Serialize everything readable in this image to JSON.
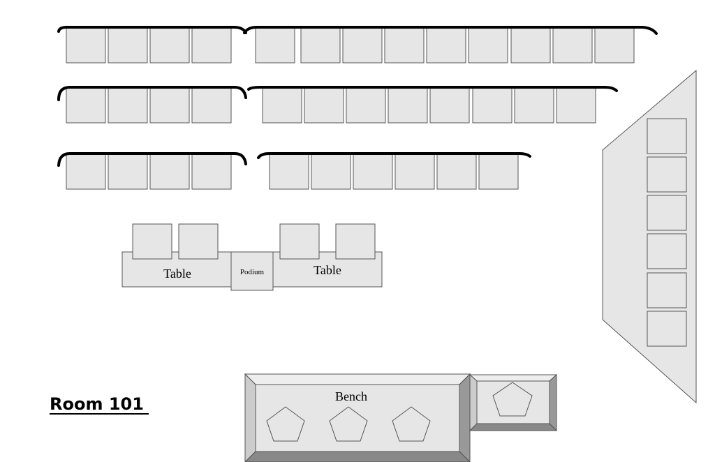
{
  "room": {
    "title": "Room 101"
  },
  "labels": {
    "table_left": "Table",
    "table_right": "Table",
    "podium": "Podium",
    "bench": "Bench"
  },
  "colors": {
    "fill": "#e6e6e6",
    "stroke": "#555555",
    "arc": "#000000",
    "bevel_dark": "#888888",
    "bevel_light": "#eeeeee"
  },
  "icons": {
    "chair": "square",
    "seat_marker": "pentagon-icon",
    "row_bar": "curved-bar"
  }
}
